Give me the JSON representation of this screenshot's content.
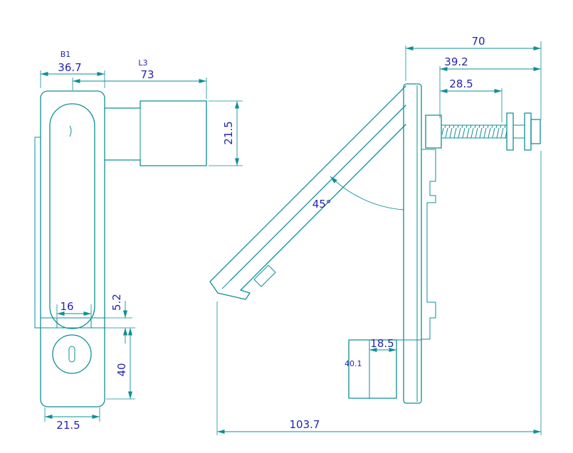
{
  "colors": {
    "geometry_line": "#0e8f94",
    "dimension_line": "#0e8f94",
    "dimension_text": "#2424b0",
    "background": "#ffffff"
  },
  "front_view": {
    "labels": {
      "b1": "B1",
      "l3": "L3"
    },
    "dimensions": {
      "top_width": "36.7",
      "top_length": "73",
      "housing_height": "21.5",
      "slot_width": "16",
      "slot_height": "5.2",
      "slot_to_bottom": "40",
      "bottom_width": "21.5"
    }
  },
  "side_view": {
    "dimensions": {
      "total_depth": "70",
      "rod_length": "39.2",
      "thread_length": "28.5",
      "open_angle": "45°",
      "catch_depth": "18.5",
      "catch_height": "40.1",
      "overall_length": "103.7"
    }
  }
}
